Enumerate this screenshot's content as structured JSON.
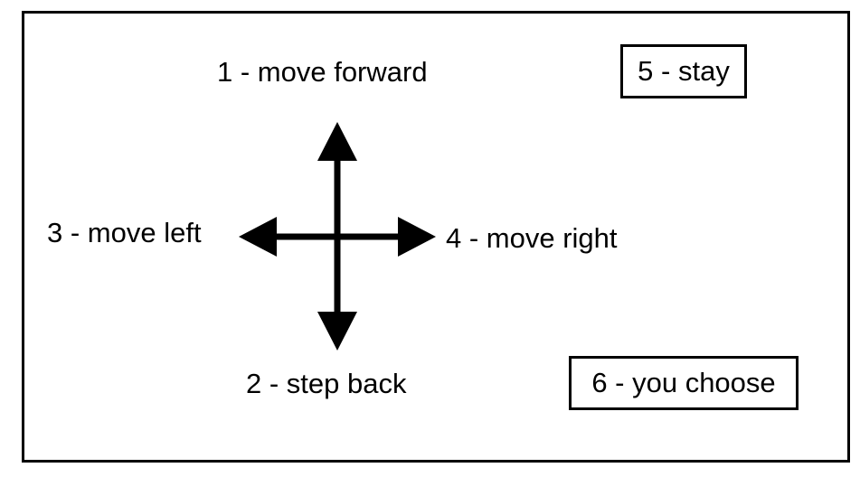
{
  "labels": {
    "forward": "1 - move forward",
    "back": "2 - step back",
    "left": "3 - move left",
    "right": "4 - move right",
    "stay": "5 - stay",
    "choose": "6 - you choose"
  },
  "icons": {
    "arrows": "four-direction-arrows-icon"
  },
  "colors": {
    "ink": "#000000",
    "background": "#ffffff"
  }
}
